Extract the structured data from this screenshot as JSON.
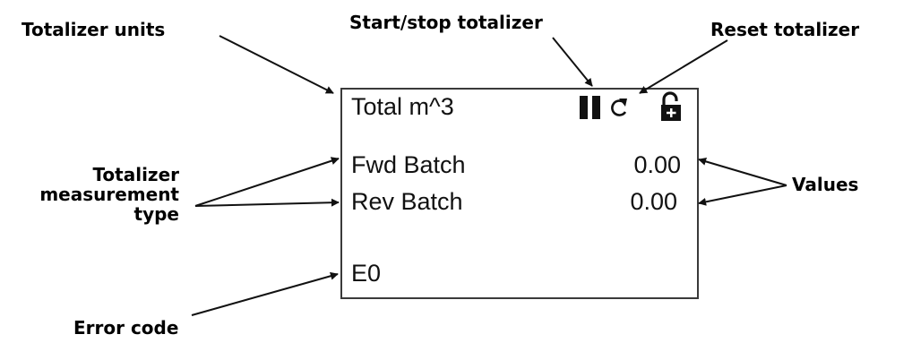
{
  "callouts": {
    "totalizer_units": "Totalizer units",
    "start_stop": "Start/stop totalizer",
    "reset": "Reset totalizer",
    "measurement_type_l1": "Totalizer",
    "measurement_type_l2": "measurement",
    "measurement_type_l3": "type",
    "values": "Values",
    "error_code": "Error code"
  },
  "screen": {
    "units_label": "Total m^3",
    "rows": [
      {
        "label": "Fwd Batch",
        "value": "0.00"
      },
      {
        "label": "Rev Batch",
        "value": "0.00"
      }
    ],
    "error": "E0"
  },
  "icons": {
    "start_stop": "pause-icon",
    "reset": "refresh-icon",
    "lock": "unlock-icon"
  },
  "colors": {
    "line": "#111111",
    "border": "#3a3a3a"
  }
}
